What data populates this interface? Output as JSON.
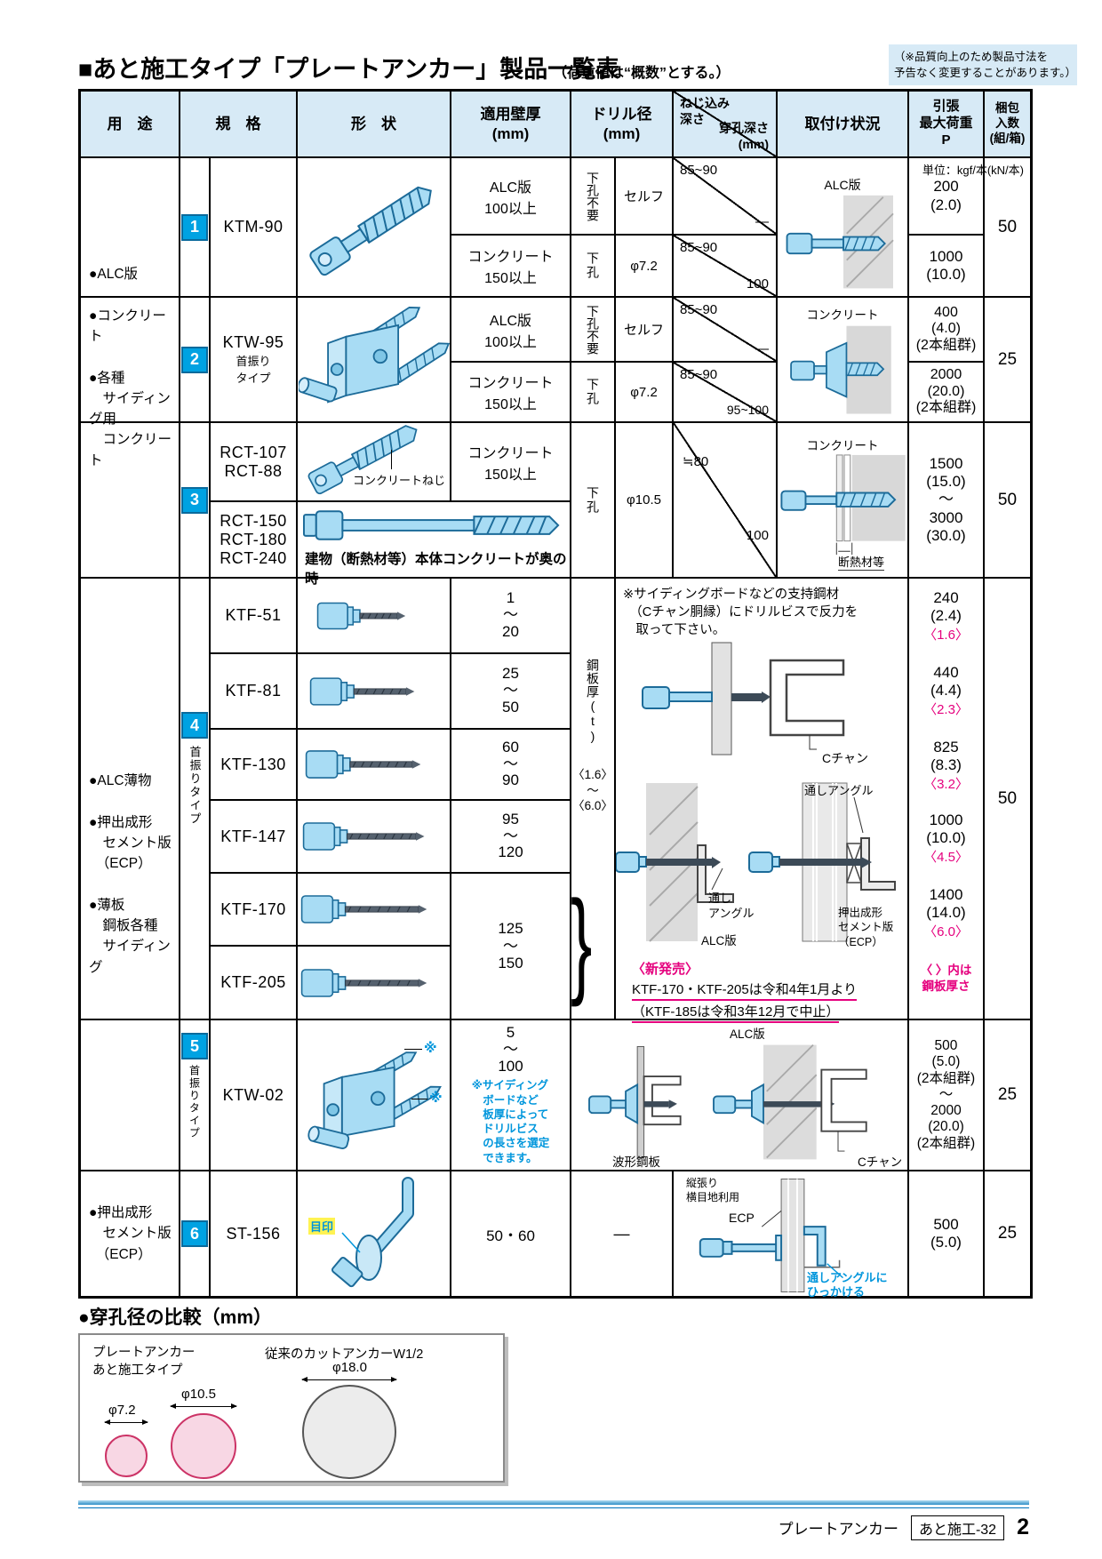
{
  "meta": {
    "title": "■あと施工タイプ「プレートアンカー」製品一覧表",
    "title_note": "（荷重値は“概数”とする。）",
    "quality_note": "（※品質向上のため製品寸法を\n予告なく変更することがあります。）",
    "unit_note": "単位：kgf/本(kN/本)"
  },
  "headers": {
    "use": "用　途",
    "spec": "規　格",
    "shape": "形　状",
    "wall": "適用壁厚\n(mm)",
    "drill": "ドリル径\n(mm)",
    "depth_top": "ねじ込み\n深さ",
    "depth_bottom": "穿孔深さ\n(mm)",
    "attach": "取付け状況",
    "load": "引張\n最大荷重\nP",
    "pack": "梱包\n入数\n(組/箱)"
  },
  "uses": {
    "group1": "●ALC版\n\n●コンクリート\n\n●各種\n　サイディング用\n　コンクリート",
    "group2": "●ALC薄物\n\n●押出成形\n　セメント版\n　（ECP）\n\n●薄板\n　鋼板各種\n　サイディング",
    "group3": "●押出成形\n　セメント版\n　（ECP）"
  },
  "row1": {
    "badge": "1",
    "model": "KTM-90",
    "sub": [
      {
        "wall": "ALC版\n100以上",
        "pre": "下孔不要",
        "dia": "セルフ",
        "screw": "85~90",
        "bore": "—",
        "load": "200\n(2.0)"
      },
      {
        "wall": "コンクリート\n150以上",
        "pre": "下孔",
        "dia": "φ7.2",
        "screw": "85~90",
        "bore": "100",
        "load": "1000\n(10.0)"
      }
    ],
    "attach_label": "ALC版",
    "pack": "50"
  },
  "row2": {
    "badge": "2",
    "model": "KTW-95",
    "model_sub": "首振り\nタイプ",
    "sub": [
      {
        "wall": "ALC版\n100以上",
        "pre": "下孔不要",
        "dia": "セルフ",
        "screw": "85~90",
        "bore": "—",
        "load": "400\n(4.0)\n(2本組群)"
      },
      {
        "wall": "コンクリート\n150以上",
        "pre": "下孔",
        "dia": "φ7.2",
        "screw": "85~90",
        "bore": "95~100",
        "load": "2000\n(20.0)\n(2本組群)"
      }
    ],
    "attach_label": "コンクリート",
    "pack": "25"
  },
  "row3": {
    "badge": "3",
    "model_a": "RCT-107\nRCT-88",
    "model_b": "RCT-150\nRCT-180\nRCT-240",
    "shape_label": "コンクリートねじ",
    "shape_note": "建物（断熱材等）本体コンクリートが奥の時",
    "wall": "コンクリート\n150以上",
    "pre": "下孔",
    "dia": "φ10.5",
    "screw": "≒80",
    "bore": "100",
    "attach_label": "コンクリート",
    "attach_label2": "断熱材等",
    "load": "1500\n(15.0)\n〜\n3000\n(30.0)",
    "pack": "50"
  },
  "row4": {
    "badge": "4",
    "type": "首振りタイプ",
    "models": [
      "KTF-51",
      "KTF-81",
      "KTF-130",
      "KTF-147",
      "KTF-170",
      "KTF-205"
    ],
    "walls": [
      "1\n〜\n20",
      "25\n〜\n50",
      "60\n〜\n90",
      "95\n〜\n120",
      "125\n〜\n150"
    ],
    "steel": "鋼板厚(t)",
    "steel_range": "〈1.6〉\n〜\n〈6.0〉",
    "brace": "}",
    "note": "※サイディングボードなどの支持鋼材\n　（Cチャン胴縁）にドリルビスで反力を\n　取って下さい。",
    "labels": {
      "cchan": "Cチャン",
      "angle1": "通し\nアングル",
      "angle2": "通しアングル",
      "alc": "ALC版",
      "ecp": "押出成形\nセメント版\n（ECP）"
    },
    "release": {
      "tag": "〈新発売〉",
      "line1": "KTF-170・KTF-205は令和4年1月より",
      "line2": "（KTF-185は令和3年12月で中止）"
    },
    "loads": [
      {
        "v": "240\n(2.4)",
        "t": "〈1.6〉"
      },
      {
        "v": "440\n(4.4)",
        "t": "〈2.3〉"
      },
      {
        "v": "825\n(8.3)",
        "t": "〈3.2〉"
      },
      {
        "v": "1000\n(10.0)",
        "t": "〈4.5〉"
      },
      {
        "v": "1400\n(14.0)",
        "t": "〈6.0〉"
      }
    ],
    "load_note": "〈 〉内は\n鋼板厚さ",
    "pack": "50"
  },
  "row5": {
    "badge": "5",
    "type": "首振りタイプ",
    "model": "KTW-02",
    "wall": "5\n〜\n100",
    "wall_note": "※サイディング\n　ボードなど\n　板厚によって\n　ドリルビス\n　の長さを選定\n　できます。",
    "mark": "※",
    "labels": {
      "alc": "ALC版",
      "sheet": "波形鋼板",
      "cchan": "Cチャン"
    },
    "load": "500\n(5.0)\n(2本組群)\n〜\n2000\n(20.0)\n(2本組群)",
    "pack": "25"
  },
  "row6": {
    "badge": "6",
    "model": "ST-156",
    "shape_label": "目印",
    "wall": "50・60",
    "dia": "—",
    "labels": {
      "tate": "縦張り\n横目地利用",
      "ecp": "ECP",
      "hook": "通しアングルに\nひっかける"
    },
    "load": "500\n(5.0)",
    "pack": "25"
  },
  "comparison": {
    "title": "●穿孔径の比較（mm）",
    "left_label": "プレートアンカー\nあと施工タイプ",
    "right_label": "従来のカットアンカーW1/2",
    "d_small": "φ7.2",
    "d_mid": "φ10.5",
    "d_large": "φ18.0"
  },
  "footer": {
    "product": "プレートアンカー",
    "code": "あと施工-32",
    "page": "2"
  },
  "colors": {
    "badge": "#00a2e2",
    "pink": "#e5007e",
    "blue_note": "#0096dc",
    "header_bg": "#d7eaf6"
  }
}
